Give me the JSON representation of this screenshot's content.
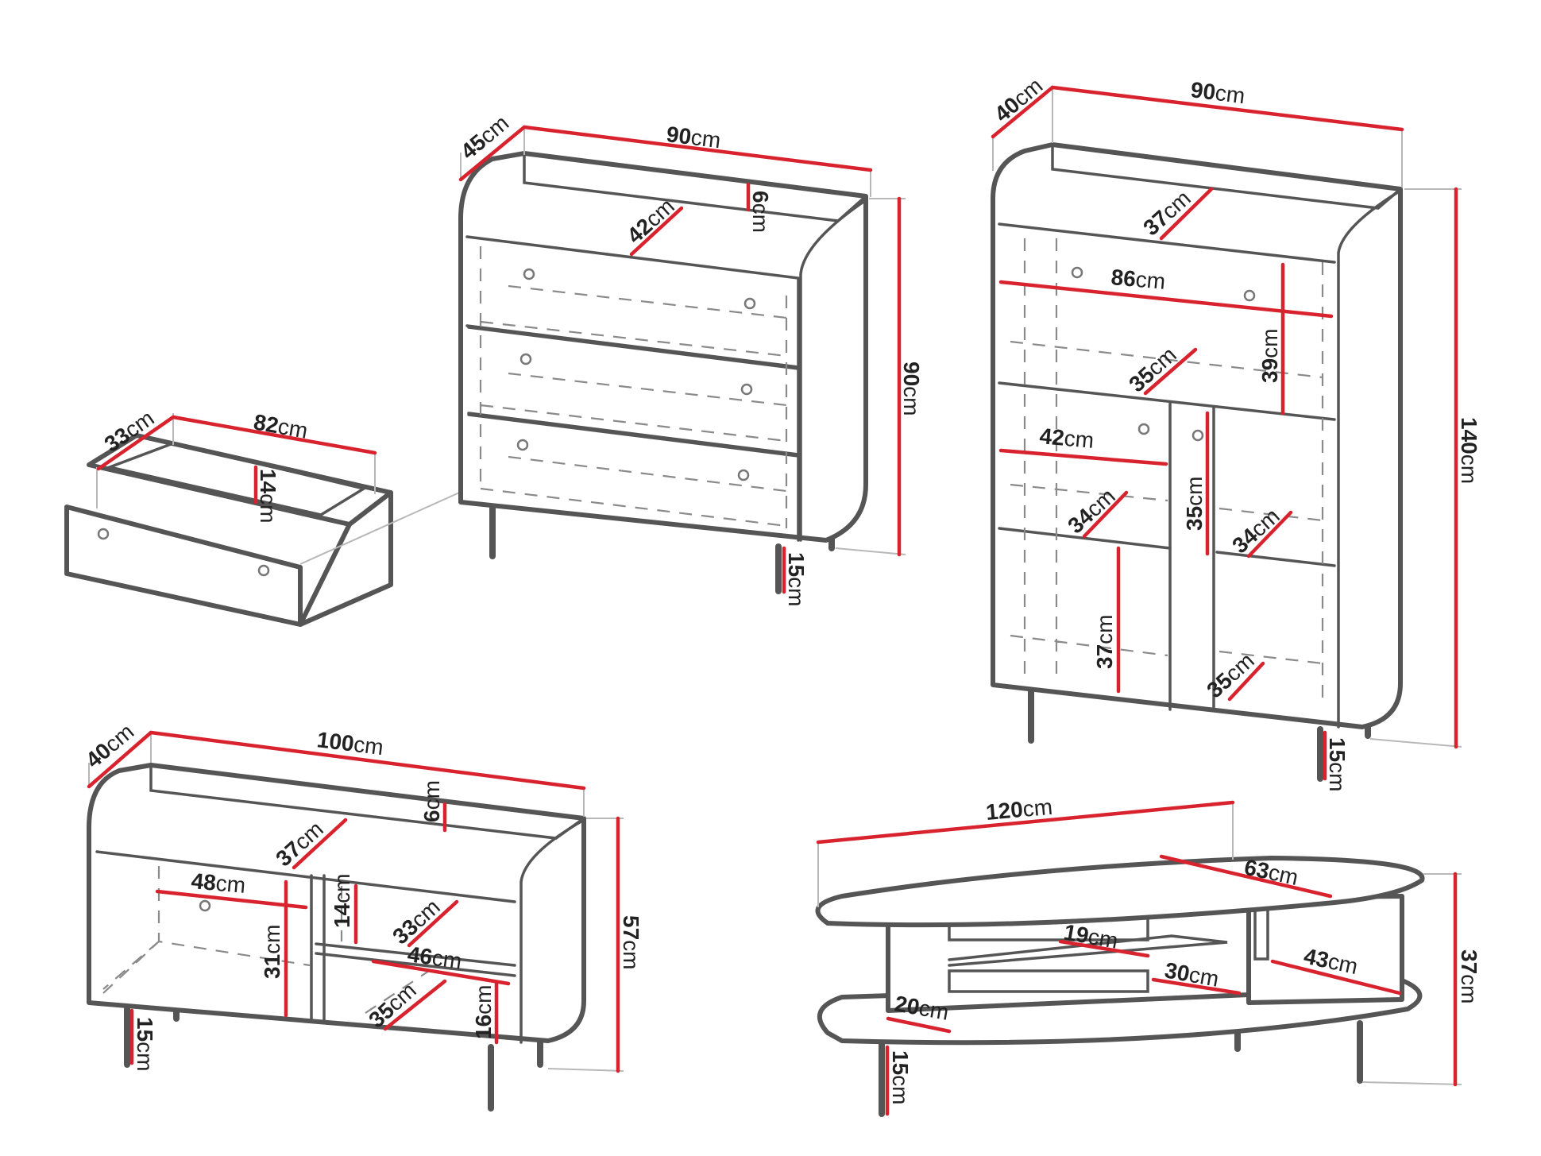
{
  "colors": {
    "line": "#555555",
    "dimension": "#d8232e",
    "text": "#222222",
    "background": "#ffffff"
  },
  "dresser": {
    "width": "90cm",
    "depth": "45cm",
    "height": "90cm",
    "inner_depth": "42cm",
    "top_rim": "6cm",
    "leg_height": "15cm"
  },
  "drawer": {
    "width": "82cm",
    "depth": "33cm",
    "height": "14cm"
  },
  "cabinet": {
    "width": "90cm",
    "depth": "40cm",
    "height": "140cm",
    "top_shelf_depth": "37cm",
    "inner_width": "86cm",
    "upper_height": "39cm",
    "upper_depth": "35cm",
    "left_width": "42cm",
    "left_depth": "34cm",
    "door_height": "35cm",
    "right_depth": "34cm",
    "lower_height": "37cm",
    "lower_depth": "35cm",
    "leg_height": "15cm"
  },
  "tv_stand": {
    "width": "100cm",
    "depth": "40cm",
    "height": "57cm",
    "top_rim": "6cm",
    "top_depth": "37cm",
    "left_width": "48cm",
    "left_height": "31cm",
    "shelf_height": "14cm",
    "shelf_depth": "33cm",
    "right_width": "46cm",
    "right_depth": "35cm",
    "right_height": "16cm",
    "leg_height": "15cm"
  },
  "coffee_table": {
    "width": "120cm",
    "top_depth": "63cm",
    "height": "37cm",
    "slot_width": "19cm",
    "shelf_depth": "30cm",
    "inner_depth": "43cm",
    "bottom_depth": "20cm",
    "leg_height": "15cm"
  }
}
